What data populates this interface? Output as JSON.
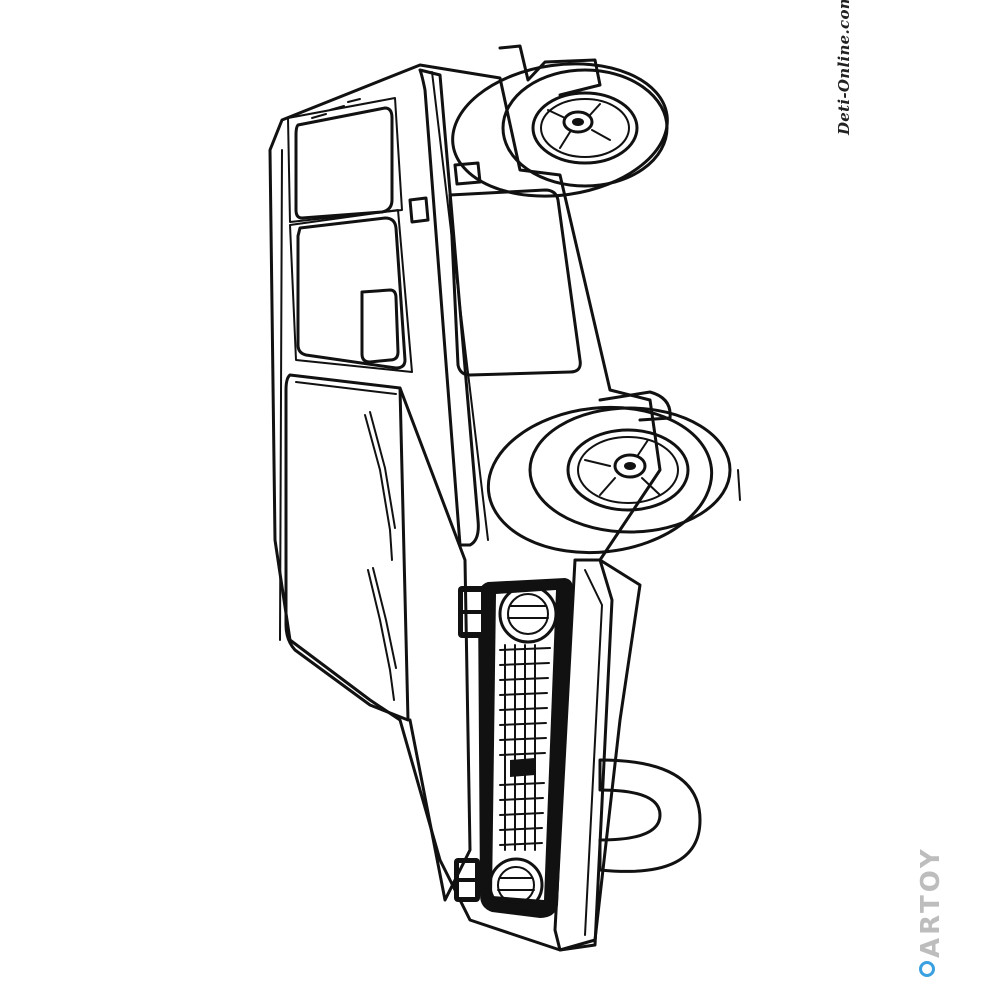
{
  "illustration": {
    "subject": "suv-side-coloring-page",
    "stroke_color": "#111111",
    "background_color": "#ffffff"
  },
  "watermarks": {
    "site_text": "Deti-Online.com",
    "brand_text": "ARTOY",
    "brand_text_color": "#bdbdbd",
    "brand_dot_color": "#3aa0e0"
  }
}
